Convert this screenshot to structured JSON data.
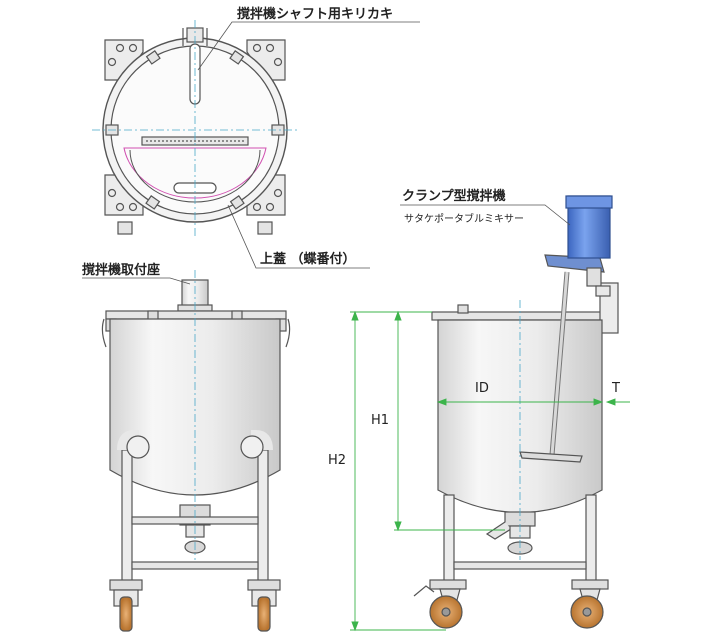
{
  "labels": {
    "shaft_key": "撹拌機シャフト用キリカキ",
    "lid": "上蓋 （蝶番付）",
    "mixer_mount": "撹拌機取付座",
    "clamp_mixer": "クランプ型撹拌機",
    "portable_mixer": "サタケポータブルミキサー"
  },
  "dimensions": {
    "id": "ID",
    "t": "T",
    "h1": "H1",
    "h2": "H2"
  },
  "colors": {
    "line": "#555555",
    "steel_light": "#f2f2f2",
    "steel_mid": "#dcdcdc",
    "dim_green": "#3cb44b",
    "center_cyan": "#4aa8c8",
    "gasket_pink": "#d04fb0",
    "motor_blue": "#4f7fd8",
    "wheel_brown": "#c8843c"
  }
}
